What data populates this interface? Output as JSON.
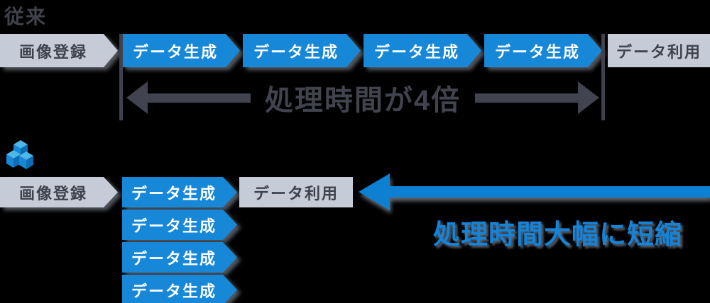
{
  "colors": {
    "background": "#000000",
    "accent_blue": "#1787d8",
    "arrow_blue": "#0e80d2",
    "light_gray_box": "#c6ccd7",
    "dark_slate": "#41434e"
  },
  "before": {
    "title": "従来",
    "register": "画像登録",
    "generate": [
      "データ生成",
      "データ生成",
      "データ生成",
      "データ生成"
    ],
    "use": "データ利用",
    "duration_note": "処理時間が4倍"
  },
  "after": {
    "icon": "cubes-icon",
    "register": "画像登録",
    "generate": [
      "データ生成",
      "データ生成",
      "データ生成",
      "データ生成"
    ],
    "use": "データ利用",
    "result_note": "処理時間大幅に短縮"
  }
}
